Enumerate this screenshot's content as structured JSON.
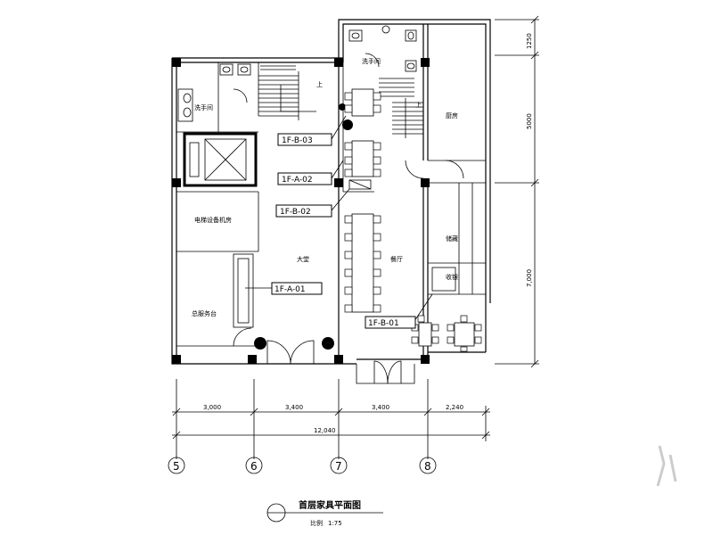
{
  "drawing": {
    "title": "首层家具平面图",
    "scale_label": "比例",
    "scale_value": "1:75"
  },
  "rooms": {
    "toilet_left": "洗手间",
    "toilet_right": "洗手间",
    "elevator_room": "电梯设备机房",
    "reception": "总服务台",
    "lobby": "大堂",
    "dining": "餐厅",
    "kitchen": "厨房",
    "store": "储藏",
    "store2": "收银"
  },
  "tags": {
    "t1": "1F-B-03",
    "t2": "1F-A-02",
    "t3": "1F-B-02",
    "t4": "1F-A-01",
    "t5": "1F-B-01"
  },
  "dimensions": {
    "bottom": [
      "3,000",
      "3,400",
      "3,400",
      "2,240"
    ],
    "total": "12,040",
    "right": [
      "1250",
      "5000",
      "7,000"
    ]
  },
  "axes": [
    "5",
    "6",
    "7",
    "8"
  ]
}
